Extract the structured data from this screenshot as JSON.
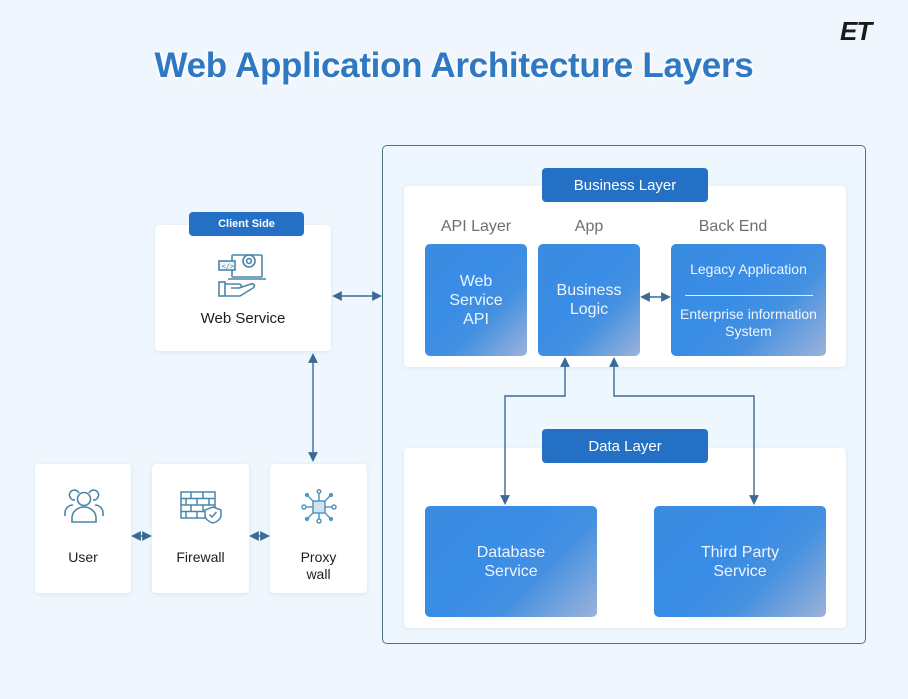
{
  "header": {
    "title": "Web Application Architecture Layers",
    "logo": "ET"
  },
  "colors": {
    "background": "#eff6fd",
    "title_blue": "#2f78c4",
    "pill_blue": "#2470c4",
    "box_blue": "#3a8ce0",
    "connector": "#3a6a95",
    "frame_border": "#4d7683"
  },
  "client_side": {
    "badge": "Client Side",
    "web_service": {
      "icon": "web-service-icon",
      "label": "Web Service"
    }
  },
  "entry_chain": [
    {
      "icon": "users-icon",
      "label": "User"
    },
    {
      "icon": "firewall-icon",
      "label": "Firewall"
    },
    {
      "icon": "network-hub-icon",
      "label": "Proxy\nwall",
      "lines": [
        "Proxy",
        "wall"
      ]
    }
  ],
  "business_layer": {
    "badge": "Business Layer",
    "columns": [
      {
        "heading": "API Layer",
        "box_lines": [
          "Web",
          "Service",
          "API"
        ]
      },
      {
        "heading": "App",
        "box_lines": [
          "Business",
          "Logic"
        ]
      },
      {
        "heading": "Back End",
        "box_top": "Legacy Application",
        "box_bottom_lines": [
          "Enterprise information",
          "System"
        ]
      }
    ]
  },
  "data_layer": {
    "badge": "Data Layer",
    "boxes": [
      {
        "lines": [
          "Database",
          "Service"
        ]
      },
      {
        "lines": [
          "Third Party",
          "Service"
        ]
      }
    ]
  }
}
